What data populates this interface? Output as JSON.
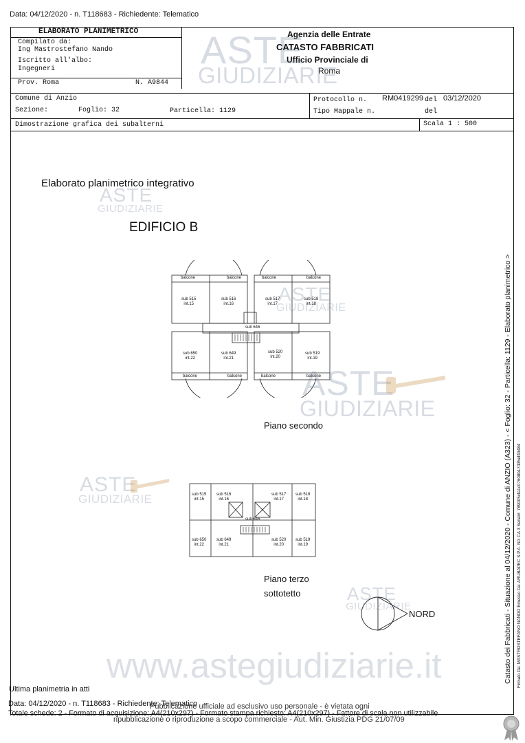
{
  "top_line": "Data: 04/12/2020 - n. T118683 - Richiedente: Telematico",
  "header": {
    "title": "ELABORATO PLANIMETRICO",
    "compilato_label": "Compilato da:",
    "compilato_value": "Ing Mastrostefano Nando",
    "iscritto_label": "Iscritto all'albo:",
    "iscritto_value": "Ingegneri",
    "prov": "Prov. Roma",
    "numero": "N. A9844",
    "agency_line1": "Agenzia delle Entrate",
    "agency_line2": "CATASTO FABBRICATI",
    "agency_line3": "Ufficio Provinciale di",
    "agency_line4": "Roma"
  },
  "info": {
    "comune": "Comune di Anzio",
    "protocollo_label": "Protocollo n.",
    "protocollo_value": "RM0419299",
    "del_label": "del",
    "del_value": "03/12/2020",
    "sezione_label": "Sezione:",
    "foglio": "Foglio: 32",
    "particella": "Particella: 1129",
    "tipo_mappale": "Tipo Mappale n.",
    "del2_label": "del",
    "dimostrazione": "Dimostrazione grafica dei subalterni",
    "scala": "Scala 1 : 500"
  },
  "drawing": {
    "subtitle": "Elaborato planimetrico integrativo",
    "edificio": "EDIFICIO B",
    "piano_secondo": "Piano secondo",
    "piano_terzo_1": "Piano terzo",
    "piano_terzo_2": "sottotetto",
    "nord": "NORD",
    "balcone": "balcone",
    "floor2_top": [
      {
        "sub": "sub 515",
        "int": "int.15"
      },
      {
        "sub": "sub 516",
        "int": "int.16"
      },
      {
        "sub": "sub 517",
        "int": "int.17"
      },
      {
        "sub": "sub 518",
        "int": "int.18"
      }
    ],
    "floor2_bottom": [
      {
        "sub": "sub 650",
        "int": "int.22"
      },
      {
        "sub": "sub 649",
        "int": "int.21"
      },
      {
        "sub": "sub 520",
        "int": "int.20"
      },
      {
        "sub": "sub 519",
        "int": "int.19"
      }
    ],
    "sub_common": "sub 646",
    "floor3_top": [
      {
        "sub": "sub 515",
        "int": "int.15"
      },
      {
        "sub": "sub 516",
        "int": "int.16"
      },
      {
        "sub": "sub 517",
        "int": "int.17"
      },
      {
        "sub": "sub 518",
        "int": "int.18"
      }
    ],
    "floor3_bottom": [
      {
        "sub": "sub 650",
        "int": "int.22"
      },
      {
        "sub": "sub 649",
        "int": "int.21"
      },
      {
        "sub": "sub 520",
        "int": "int.20"
      },
      {
        "sub": "sub 519",
        "int": "int.19"
      }
    ]
  },
  "watermarks": {
    "aste": "ASTE",
    "giudiziarie": "GIUDIZIARIE",
    "url": "www.astegiudiziarie.it"
  },
  "footer": {
    "ultima": "Ultima planimetria in atti",
    "data_line": "Data: 04/12/2020 - n. T118683 - Richiedente: Telematico",
    "totale_line": "Totale schede: 2 - Formato di acquisizione: A4(210x297) - Formato stampa richiesto: A4(210x297) - Fattore di scala non utilizzabile",
    "pub_line1": "Pubblicazione ufficiale ad esclusivo uso personale - è vietata ogni",
    "pub_line2": "ripubblicazione o riproduzione a scopo commerciale - Aut. Min. Giustizia PDG 21/07/09"
  },
  "side": {
    "catasto_text": "Catasto dei Fabbricati - Situazione al 04/12/2020 - Comune di ANZIO (A323) - < Foglio: 32 - Particella: 1129 - Elaborato planimetrico >",
    "firmato_text": "Firmato Da: MASTROSTEFANO NANDO Emesso Da: ARUBAPEC S.P.A. NG CA 3 Serial#: 789005cfa1c07608b17435ef43484"
  }
}
